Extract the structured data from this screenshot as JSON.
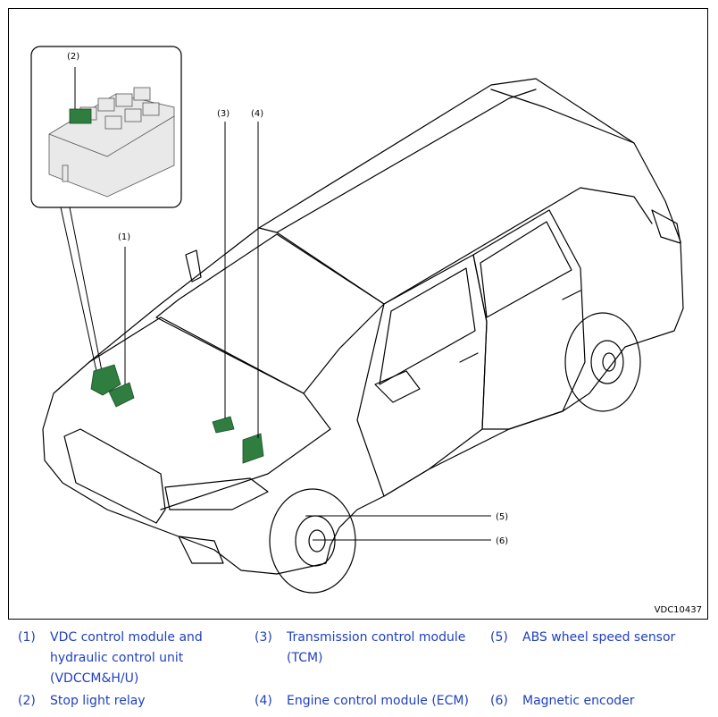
{
  "figure": {
    "code": "VDC10437",
    "callouts": [
      {
        "id": "1",
        "text": "(1)"
      },
      {
        "id": "2",
        "text": "(2)"
      },
      {
        "id": "3",
        "text": "(3)"
      },
      {
        "id": "4",
        "text": "(4)"
      },
      {
        "id": "5",
        "text": "(5)"
      },
      {
        "id": "6",
        "text": "(6)"
      }
    ],
    "colors": {
      "component": "#2f7d3f",
      "line": "#000000",
      "legend_text": "#1f3fbf"
    }
  },
  "legend": [
    {
      "num": "(1)",
      "text": "VDC control module and hydraulic control unit (VDCCM&H/U)"
    },
    {
      "num": "(2)",
      "text": "Stop light relay"
    },
    {
      "num": "(3)",
      "text": "Transmission control module (TCM)"
    },
    {
      "num": "(4)",
      "text": "Engine control module (ECM)"
    },
    {
      "num": "(5)",
      "text": "ABS wheel speed sensor"
    },
    {
      "num": "(6)",
      "text": "Magnetic encoder"
    }
  ]
}
